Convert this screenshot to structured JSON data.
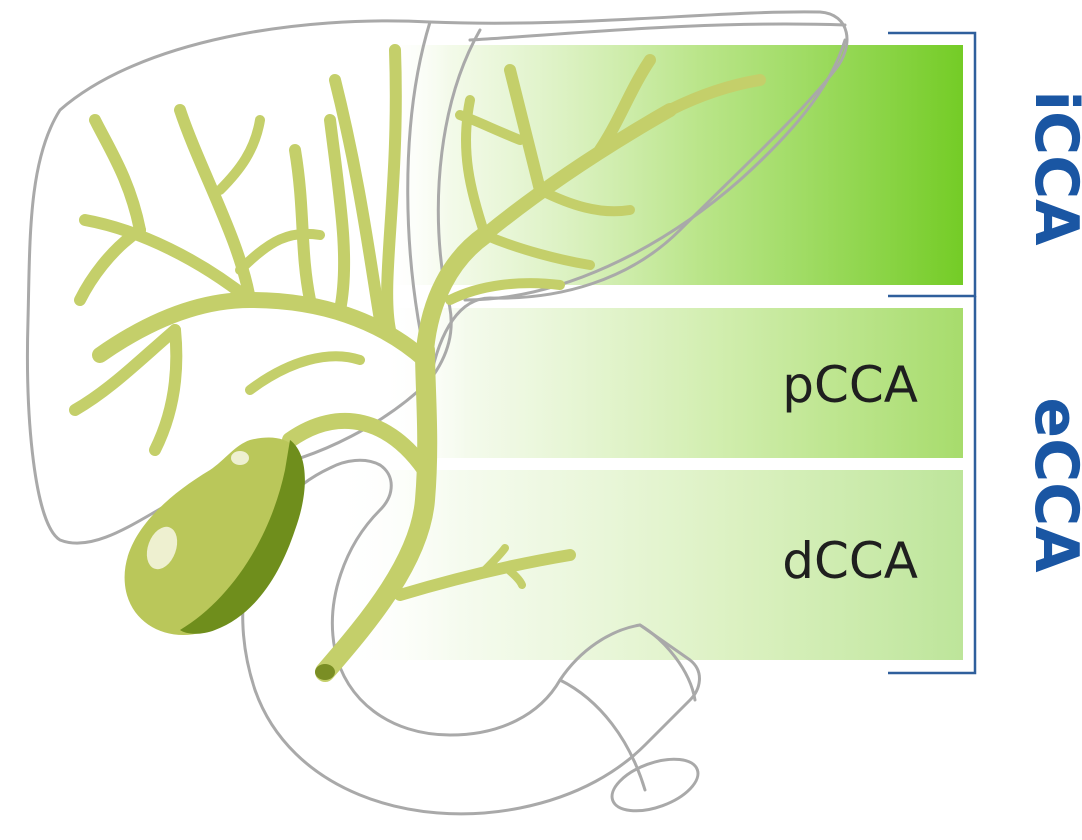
{
  "diagram": {
    "bands": [
      {
        "id": "intrahepatic",
        "label": ""
      },
      {
        "id": "perihilar",
        "label": "pCCA"
      },
      {
        "id": "distal",
        "label": "dCCA"
      }
    ],
    "groups": [
      {
        "id": "intrahepatic",
        "label": "iCCA"
      },
      {
        "id": "extrahepatic",
        "label": "eCCA"
      }
    ],
    "colors": {
      "band_green": "#7ccf2c",
      "duct_green": "#c4cf6a",
      "gallbladder_light": "#bac75a",
      "gallbladder_dark": "#6f8e1c",
      "bracket_blue": "#2f5f9c",
      "label_blue": "#1a56a3",
      "outline_gray": "#a9a9a9",
      "text_dark": "#1f1f1f"
    },
    "icons": [
      "liver-outline",
      "gallbladder-icon",
      "duodenum-outline",
      "bile-duct-tree"
    ]
  }
}
